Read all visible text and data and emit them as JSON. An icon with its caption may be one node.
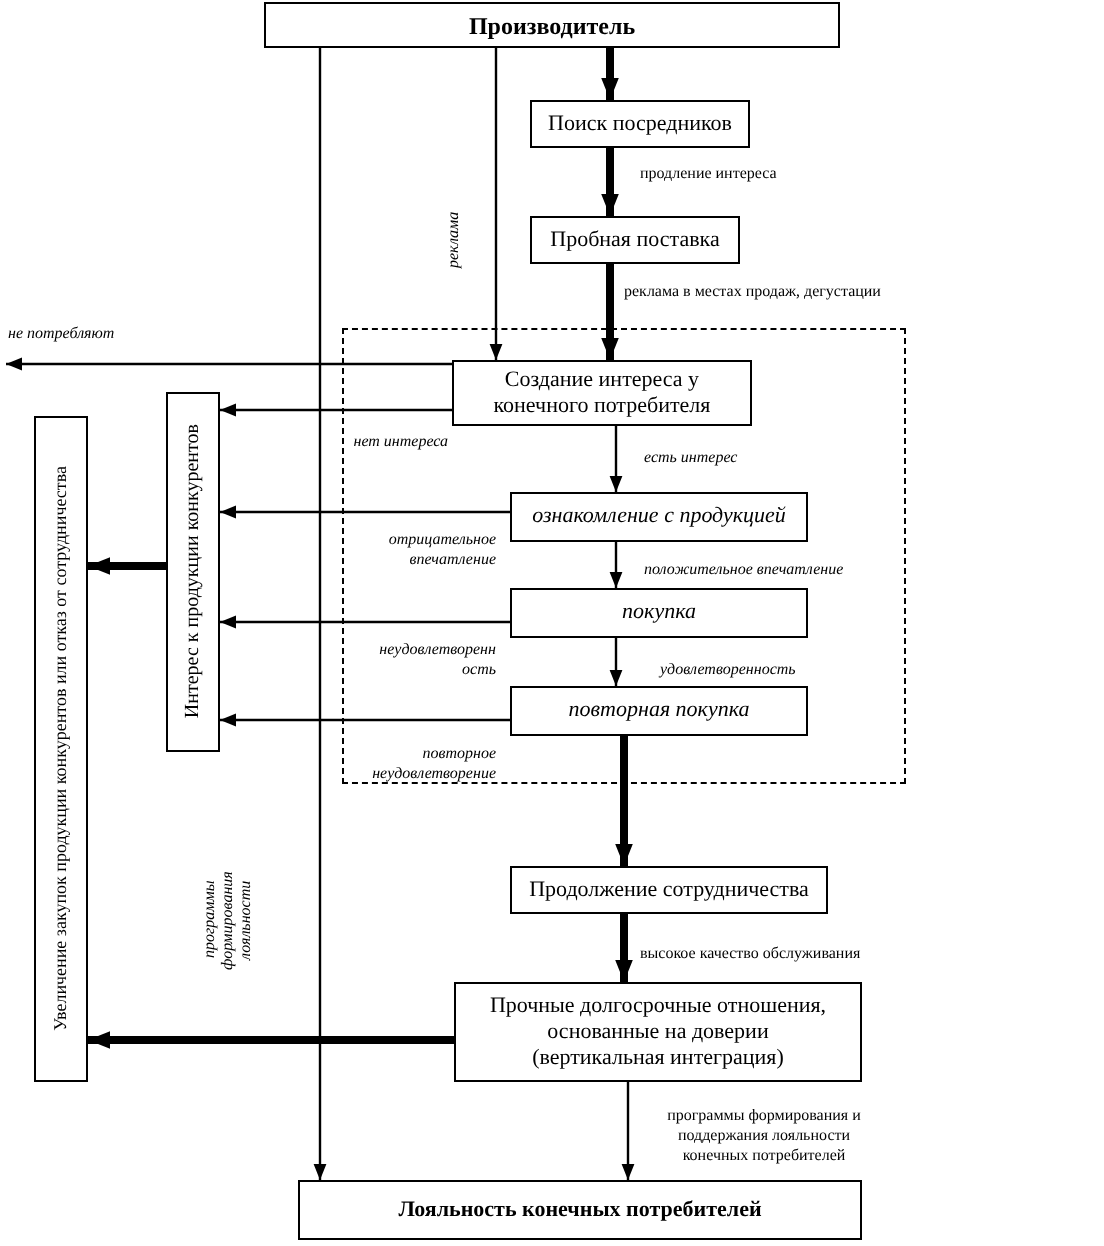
{
  "diagram": {
    "nodes": [
      {
        "text": [
          "Производитель"
        ]
      },
      {
        "text": [
          "Поиск посредников"
        ]
      },
      {
        "text": [
          "Пробная поставка"
        ]
      },
      {
        "text": [],
        "shape": "box"
      },
      {
        "text": [
          "Создание интереса у конечного потребителя"
        ],
        "in": 3
      },
      {
        "text": [
          "ознакомление с продукцией"
        ],
        "in": 3
      },
      {
        "text": [
          "покупка"
        ],
        "in": 3
      },
      {
        "text": [
          "повторная покупка"
        ],
        "in": 3
      },
      {
        "text": [
          "Интерес к продукции конкурентов"
        ]
      },
      {
        "text": [
          "Увеличение закупок продукции конкурентов или отказ от сотрудничества"
        ]
      },
      {
        "text": [
          "Продолжение сотрудничества"
        ]
      },
      {
        "text": [
          "Прочные долгосрочные отношения, основанные на доверии (вертикальная интеграция)"
        ]
      },
      {
        "text": [
          "Лояльность конечных потребителей"
        ]
      }
    ],
    "edges": [
      {
        "from": 0,
        "to": 1,
        "arrow": "to",
        "style": "thick"
      },
      {
        "from": 1,
        "to": 2,
        "arrow": "to",
        "style": "thick",
        "label": "продление интереса"
      },
      {
        "from": 2,
        "to": 4,
        "arrow": "to",
        "style": "thick",
        "label": "реклама в местах продаж, дегустации"
      },
      {
        "from": 0,
        "to": 4,
        "arrow": "to",
        "label": "реклама"
      },
      {
        "from": 4,
        "to": null,
        "arrow": "to",
        "label": "не потребляют"
      },
      {
        "from": 4,
        "to": 8,
        "arrow": "to",
        "label": "нет интереса"
      },
      {
        "from": 4,
        "to": 5,
        "arrow": "to",
        "label": "есть интерес"
      },
      {
        "from": 5,
        "to": 8,
        "arrow": "to",
        "label": "отрицательное впечатление"
      },
      {
        "from": 5,
        "to": 6,
        "arrow": "to",
        "label": "положительное впечатление"
      },
      {
        "from": 6,
        "to": 8,
        "arrow": "to",
        "label": "неудовлетворенность"
      },
      {
        "from": 6,
        "to": 7,
        "arrow": "to",
        "label": "удовлетворенность"
      },
      {
        "from": 7,
        "to": 8,
        "arrow": "to",
        "label": "повторное неудовлетворение"
      },
      {
        "from": 8,
        "to": 9,
        "arrow": "to",
        "style": "thick"
      },
      {
        "from": 7,
        "to": 10,
        "arrow": "to",
        "style": "thick"
      },
      {
        "from": 10,
        "to": 11,
        "arrow": "to",
        "style": "thick",
        "label": "высокое качество обслуживания"
      },
      {
        "from": 11,
        "to": 9,
        "arrow": "to",
        "style": "thick"
      },
      {
        "from": 11,
        "to": 12,
        "arrow": "to",
        "label": "программы формирования и поддержания лояльности конечных потребителей"
      },
      {
        "from": 0,
        "to": 12,
        "arrow": "to",
        "label": "программы формирования лояльности"
      }
    ]
  }
}
